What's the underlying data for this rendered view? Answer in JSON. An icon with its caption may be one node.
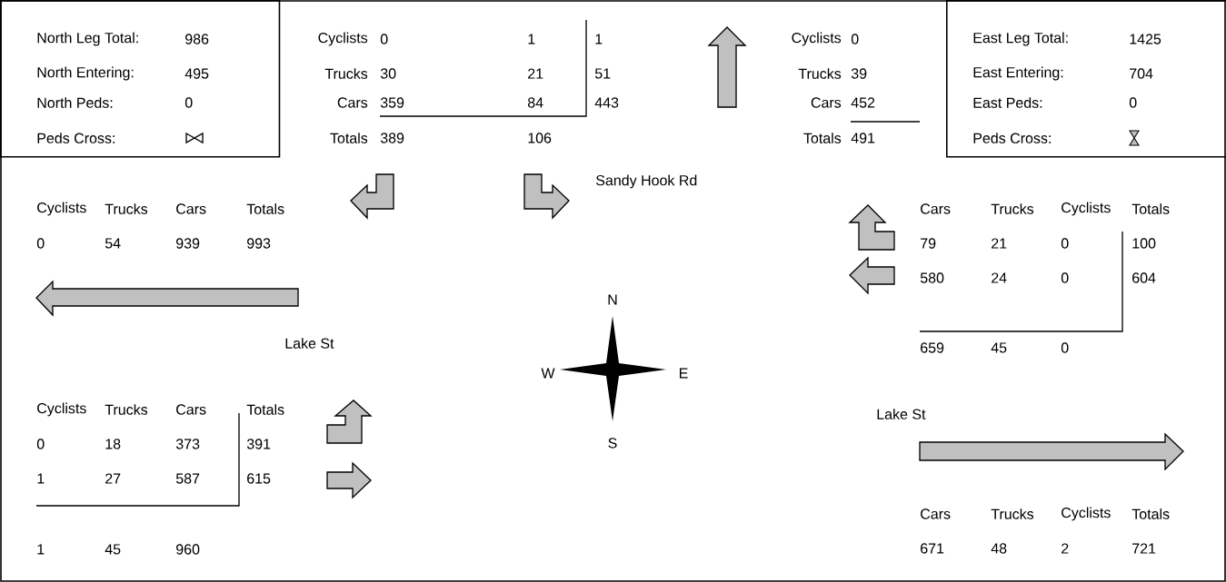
{
  "diagram": {
    "nodes": [
      {
        "text": [
          "North Leg Total:",
          "986",
          "North Entering:",
          "495",
          "North Peds:",
          "0",
          "Peds Cross:"
        ]
      },
      {
        "text": [
          "East Leg Total:",
          "1425",
          "East Entering:",
          "704",
          "East Peds:",
          "0",
          "Peds Cross:"
        ]
      }
    ],
    "labels": [
      "Cyclists",
      "0",
      "1",
      "1",
      "Trucks",
      "30",
      "21",
      "51",
      "Cars",
      "359",
      "84",
      "443",
      "Totals",
      "389",
      "106",
      "Cyclists",
      "0",
      "Trucks",
      "39",
      "Cars",
      "452",
      "Totals",
      "491",
      "Sandy Hook Rd",
      "Cyclists",
      "Trucks",
      "Cars",
      "Totals",
      "0",
      "54",
      "939",
      "993",
      "Lake St",
      "Cyclists",
      "Trucks",
      "Cars",
      "Totals",
      "0",
      "18",
      "373",
      "391",
      "1",
      "27",
      "587",
      "615",
      "1",
      "45",
      "960",
      "N",
      "W",
      "E",
      "S",
      "Cars",
      "Trucks",
      "Cyclists",
      "Totals",
      "79",
      "21",
      "0",
      "100",
      "580",
      "24",
      "0",
      "604",
      "659",
      "45",
      "0",
      "Lake St",
      "Cars",
      "Trucks",
      "Cyclists",
      "Totals",
      "671",
      "48",
      "2",
      "721"
    ]
  }
}
